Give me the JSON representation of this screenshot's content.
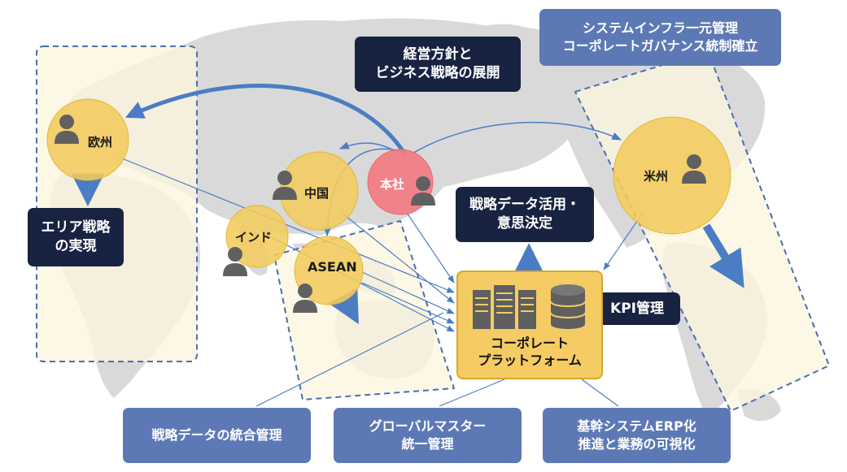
{
  "nodes": {
    "europe": "欧州",
    "china": "中国",
    "hq": "本社",
    "india": "インド",
    "asean": "ASEAN",
    "us": "米州"
  },
  "boxes": {
    "strategy_deploy": "経営方針と\nビジネス戦略の展開",
    "area_strategy": "エリア戦略\nの実現",
    "decision": "戦略データ活用・\n意思決定",
    "kpi": "KPI管理",
    "infra": "システムインフラ一元管理\nコーポレートガバナンス統制確立",
    "data_mgmt": "戦略データの統合管理",
    "master": "グローバルマスター\n統一管理",
    "erp": "基幹システムERP化\n推進と業務の可視化"
  },
  "platform": {
    "label": "コーポレート\nプラットフォーム"
  },
  "colors": {
    "navy_box": "#172340",
    "blue_box": "#5d79b5",
    "arrow_blue": "#4a7dc4",
    "gold_circle": "#f3cc5d",
    "hq_circle": "#f37b82",
    "person_icon": "#606060",
    "map_land": "#d9d9d9"
  }
}
